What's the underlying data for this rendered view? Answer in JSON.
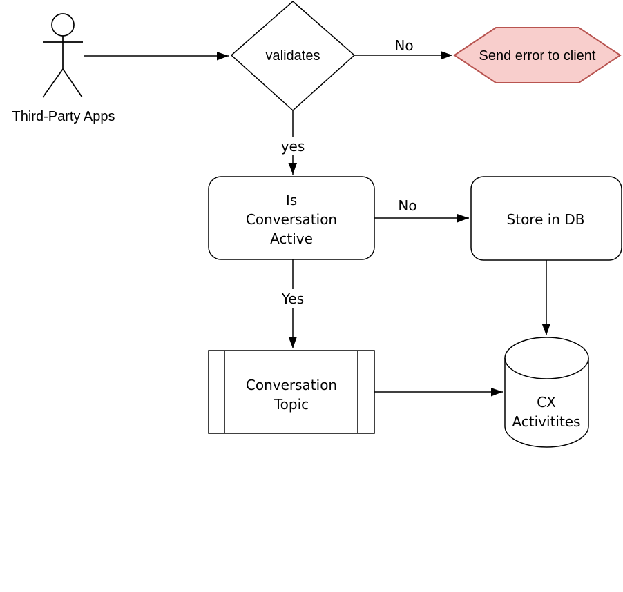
{
  "diagram": {
    "actor": {
      "label": "Third-Party Apps"
    },
    "nodes": {
      "validates": {
        "shape": "decision-diamond",
        "label": "validates"
      },
      "send_error": {
        "shape": "hexagon",
        "label": "Send error to client",
        "fill": "#f8cecc",
        "stroke": "#b85450"
      },
      "is_conversation_active": {
        "shape": "rounded-rectangle",
        "label": "Is Conversation Active",
        "lines": [
          "Is",
          "Conversation",
          "Active"
        ]
      },
      "store_in_db": {
        "shape": "rounded-rectangle",
        "label": "Store in DB"
      },
      "conversation_topic": {
        "shape": "subprocess",
        "label": "Conversation Topic",
        "lines": [
          "Conversation",
          "Topic"
        ]
      },
      "cx_activities": {
        "shape": "database-cylinder",
        "label": "CX Activitites",
        "lines": [
          "CX",
          "Activitites"
        ]
      }
    },
    "edge_labels": {
      "validates_no": "No",
      "validates_yes": "yes",
      "active_no": "No",
      "active_yes": "Yes"
    },
    "colors": {
      "line": "#000000",
      "node_fill": "#ffffff",
      "error_fill": "#f8cecc",
      "error_stroke": "#b85450",
      "background": "#ffffff"
    }
  }
}
